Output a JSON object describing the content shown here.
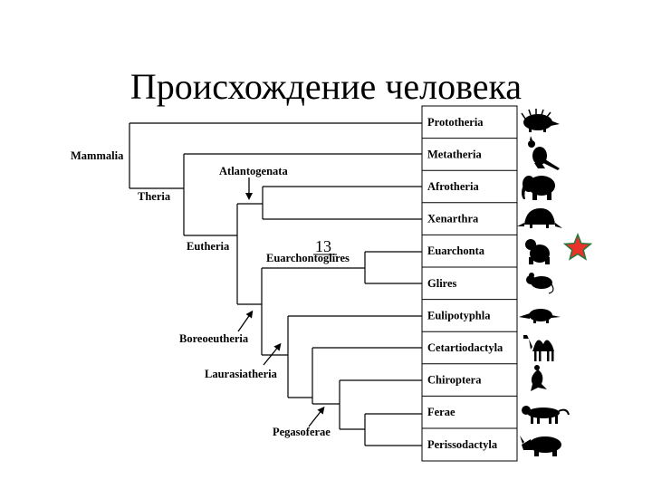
{
  "title": "Происхождение человека",
  "slide_number": "13",
  "tree": {
    "clades": {
      "mammalia": "Mammalia",
      "theria": "Theria",
      "eutheria": "Eutheria",
      "atlantogenata": "Atlantogenata",
      "euarchontoglires": "Euarchontoglires",
      "boreoeutheria": "Boreoeutheria",
      "laurasiatheria": "Laurasiatheria",
      "pegasoferae": "Pegasoferae"
    },
    "taxa": [
      {
        "label": "Prototheria",
        "icon": "echidna-icon"
      },
      {
        "label": "Metatheria",
        "icon": "kangaroo-icon"
      },
      {
        "label": "Afrotheria",
        "icon": "elephant-icon"
      },
      {
        "label": "Xenarthra",
        "icon": "armadillo-icon"
      },
      {
        "label": "Euarchonta",
        "icon": "primate-icon"
      },
      {
        "label": "Glires",
        "icon": "mouse-icon"
      },
      {
        "label": "Eulipotyphla",
        "icon": "shrew-icon"
      },
      {
        "label": "Cetartiodactyla",
        "icon": "camel-icon"
      },
      {
        "label": "Chiroptera",
        "icon": "bat-icon"
      },
      {
        "label": "Ferae",
        "icon": "big-cat-icon"
      },
      {
        "label": "Perissodactyla",
        "icon": "rhinoceros-icon"
      }
    ]
  },
  "highlight_marker": {
    "icon": "star-icon",
    "fill": "#e8322b",
    "stroke": "#1f7a3a"
  }
}
